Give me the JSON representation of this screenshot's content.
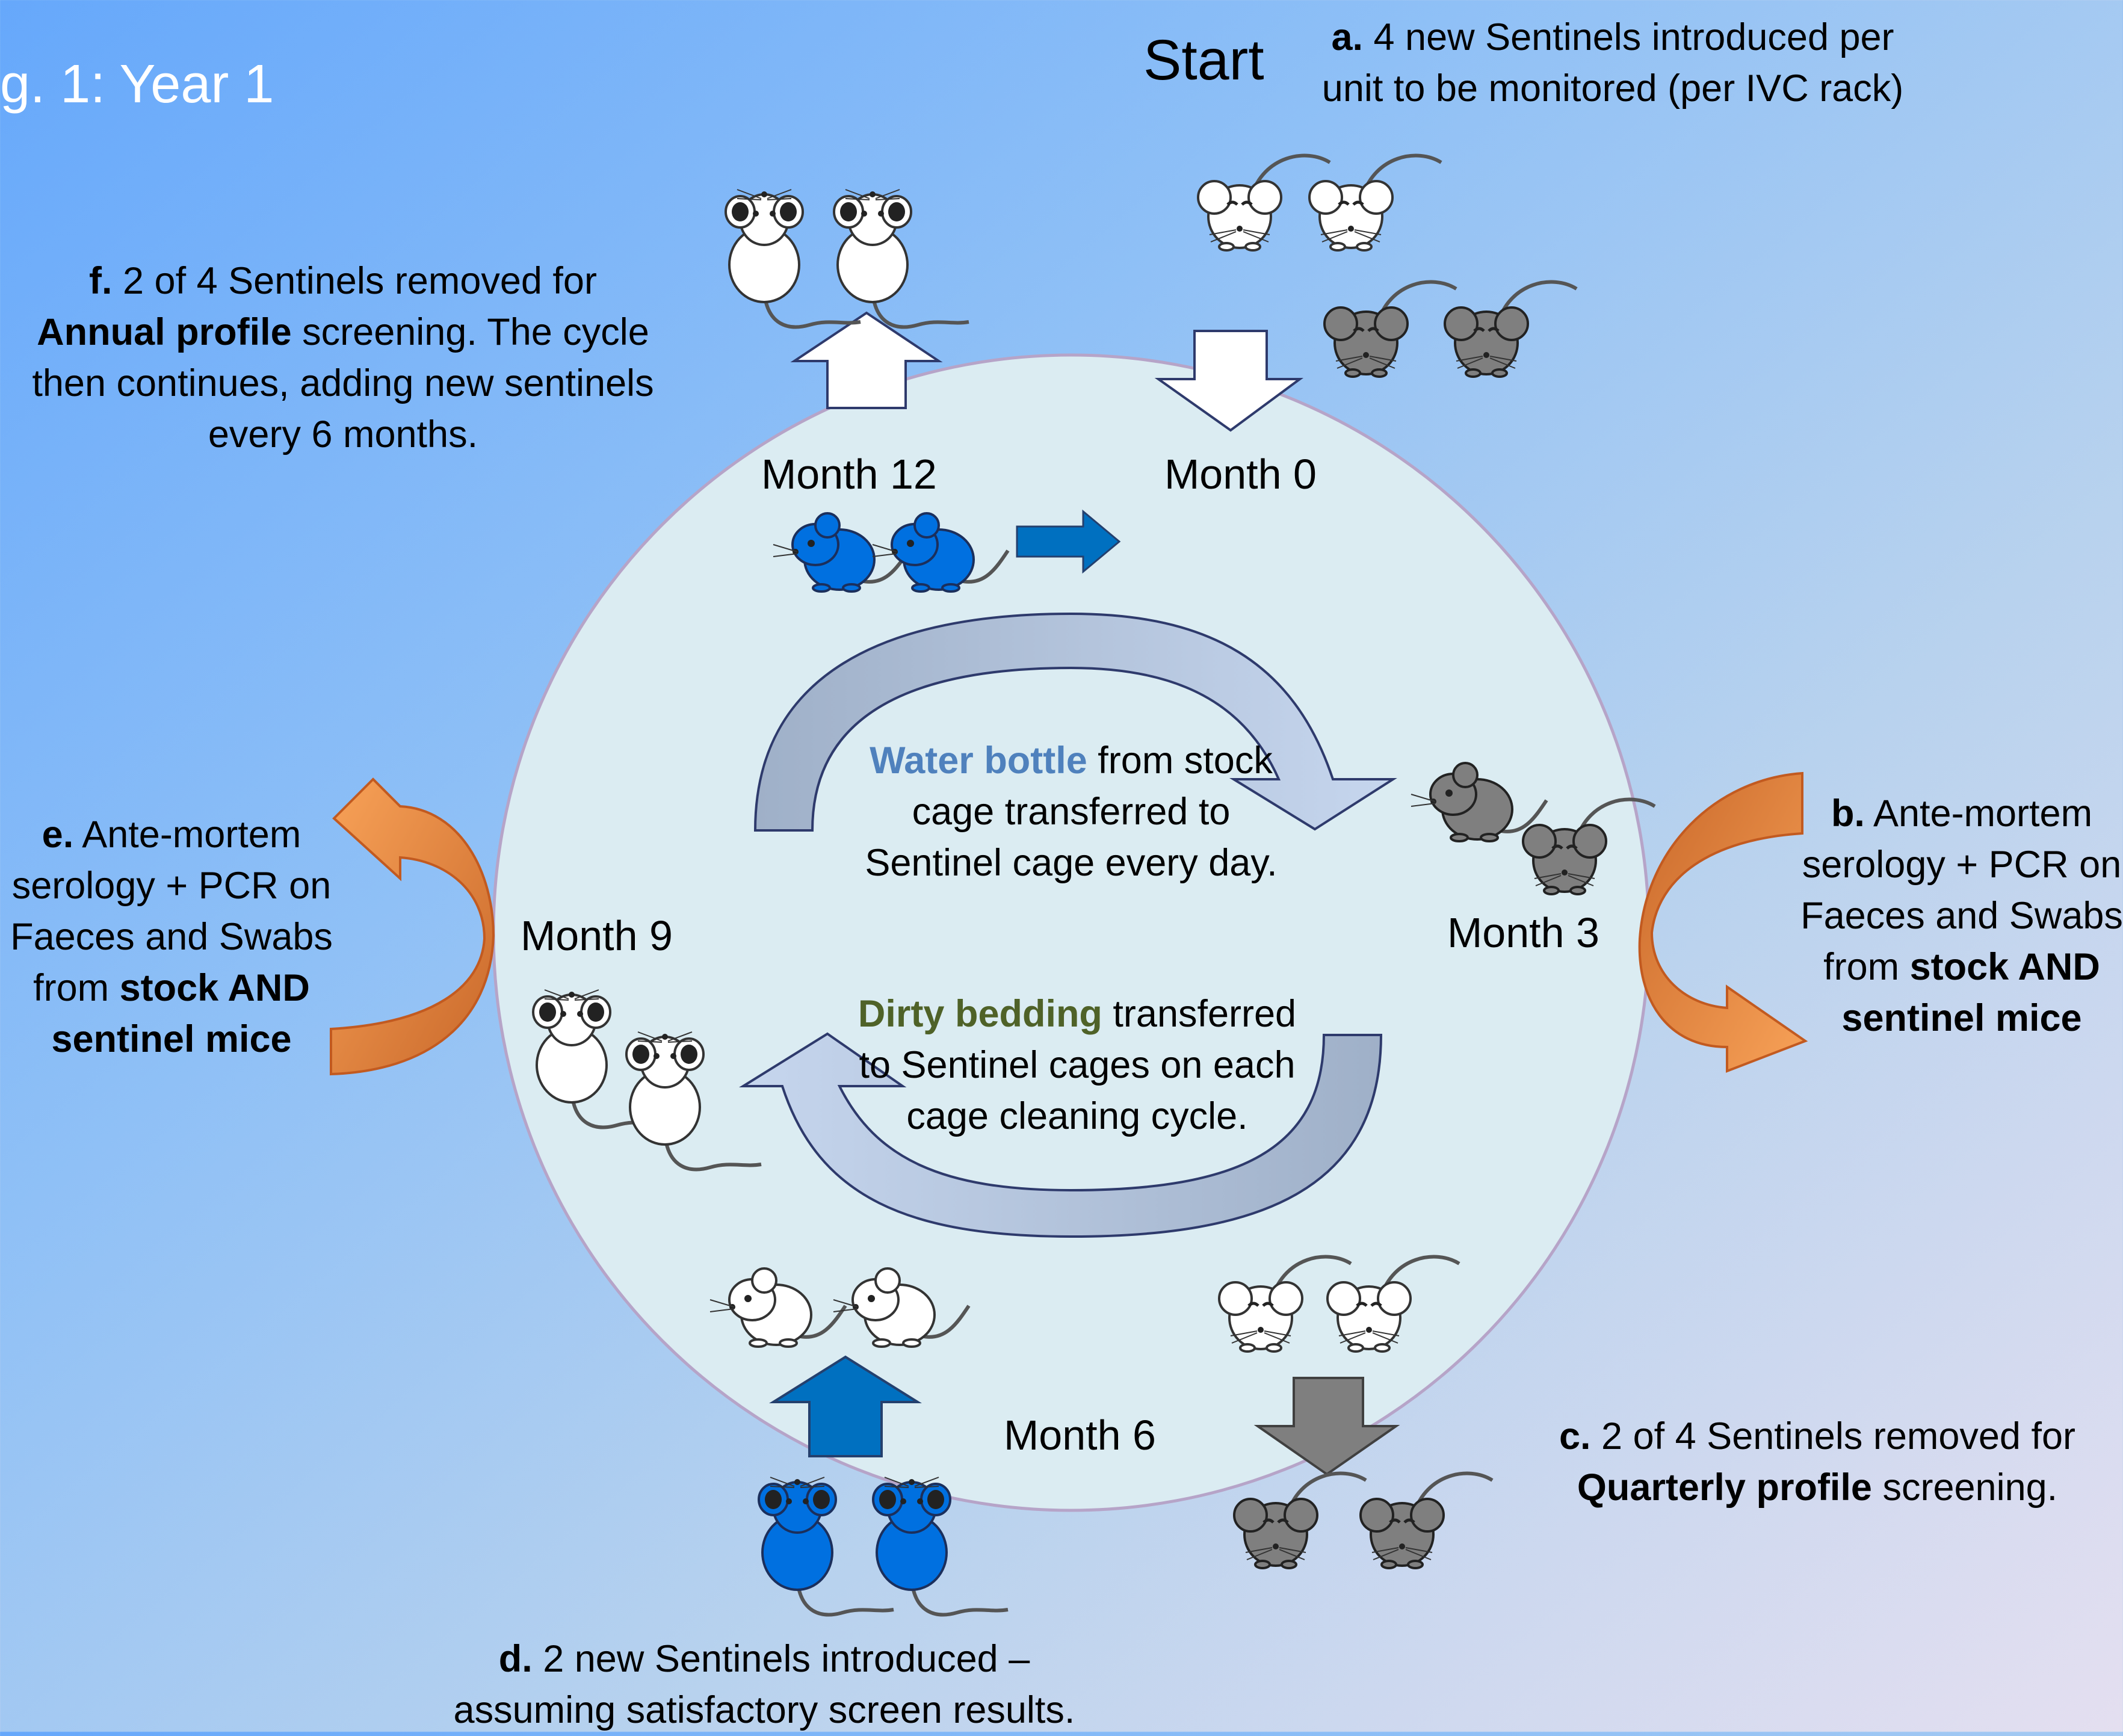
{
  "figure_title": "g. 1: Year 1",
  "start_label": "Start",
  "months": {
    "m0": "Month 0",
    "m3": "Month 3",
    "m6": "Month 6",
    "m9": "Month 9",
    "m12": "Month 12"
  },
  "steps": {
    "a": {
      "letter": "a.",
      "line1": " 4 new Sentinels introduced per",
      "line2": "unit to be monitored (per IVC rack)"
    },
    "b": {
      "letter": "b.",
      "line1": " Ante-mortem",
      "line2": "serology + PCR on",
      "line3": "Faeces and Swabs",
      "line4_pre": "from ",
      "line4_bold": "stock AND",
      "line5_bold": "sentinel mice"
    },
    "c": {
      "letter": "c.",
      "line1": " 2 of 4 Sentinels removed for",
      "line2_bold": "Quarterly profile",
      "line2_rest": " screening."
    },
    "d": {
      "letter": "d.",
      "line1": " 2 new Sentinels introduced –",
      "line2": "assuming satisfactory screen results."
    },
    "e": {
      "letter": "e.",
      "line1": " Ante-mortem",
      "line2": "serology + PCR on",
      "line3": "Faeces and Swabs",
      "line4_pre": "from ",
      "line4_bold": "stock AND",
      "line5_bold": "sentinel mice"
    },
    "f": {
      "letter": "f.",
      "line1": " 2 of 4 Sentinels removed for",
      "line2_bold": "Annual profile",
      "line2_rest": " screening. The cycle",
      "line3": "then continues, adding new sentinels",
      "line4": "every 6 months."
    }
  },
  "center": {
    "water_highlight": "Water bottle",
    "water_line1_rest": " from stock",
    "water_line2": "cage transferred to",
    "water_line3": "Sentinel cage  every day.",
    "bedding_highlight": "Dirty bedding",
    "bedding_line1_rest": " transferred",
    "bedding_line2": "to Sentinel cages on each",
    "bedding_line3": "cage cleaning cycle."
  },
  "colors": {
    "circle_fill": "#dbecf2",
    "water_highlight": "#4f81bd",
    "bedding_highlight": "#4f6228",
    "orange_arrow": "#f79646",
    "blue_arrow": "#0070c0",
    "grey_arrow": "#7f7f7f",
    "mouse_white": "#ffffff",
    "mouse_grey": "#7f7f7f",
    "mouse_blue": "#0070e0"
  },
  "icons": [
    "white-mouse-icon",
    "grey-mouse-icon",
    "blue-mouse-icon",
    "arrow-up-icon",
    "arrow-down-icon",
    "curved-arrow-icon"
  ]
}
